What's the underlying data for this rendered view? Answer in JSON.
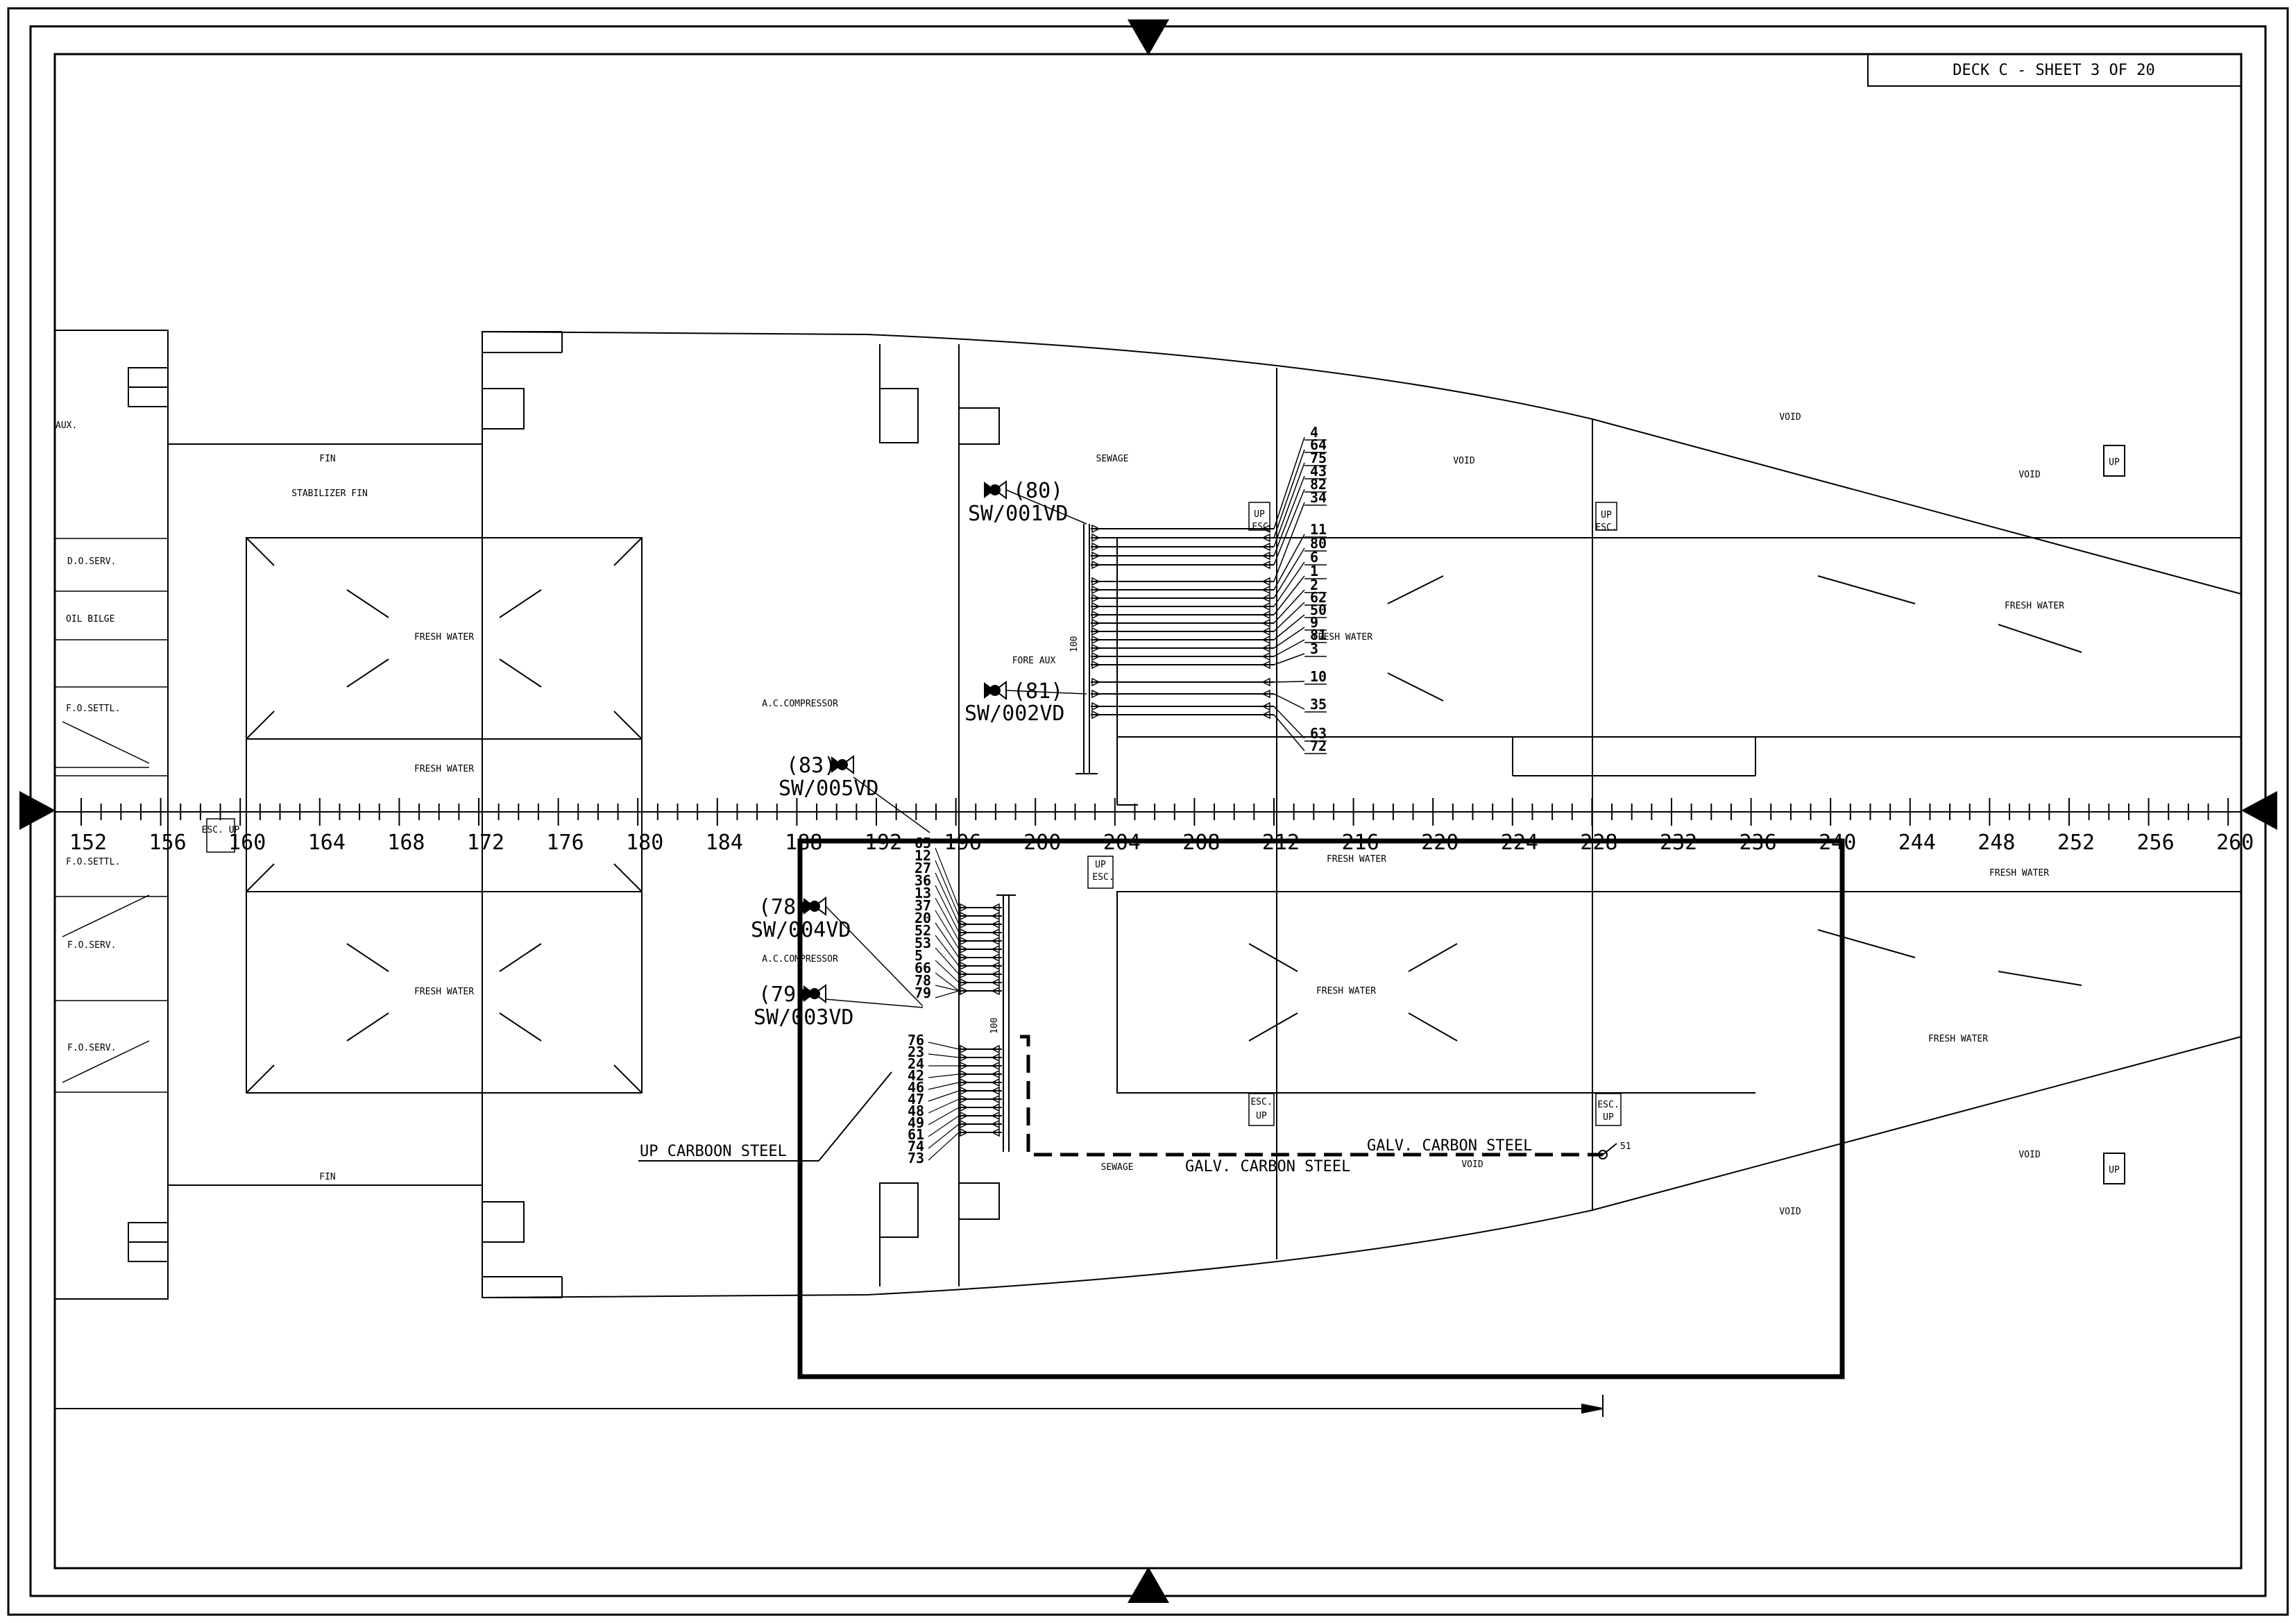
{
  "title_block": {
    "sheet_label": "DECK C - SHEET 3 OF 20"
  },
  "frame_numbers": [
    "152",
    "156",
    "160",
    "164",
    "168",
    "172",
    "176",
    "180",
    "184",
    "188",
    "192",
    "196",
    "200",
    "204",
    "208",
    "212",
    "216",
    "220",
    "224",
    "228",
    "232",
    "236",
    "240",
    "244",
    "248",
    "252",
    "256",
    "260"
  ],
  "compartments": {
    "aux": "AUX.",
    "fin_top": "FIN",
    "stabilizer_fin": "STABILIZER FIN",
    "do_serv": "D.O.SERV.",
    "oil_bilge": "OIL BILGE",
    "fo_settl_top": "F.O.SETTL.",
    "fresh_water_1": "FRESH WATER",
    "fresh_water_2": "FRESH WATER",
    "fresh_water_3": "FRESH WATER",
    "fo_settl_bot": "F.O.SETTL.",
    "fo_serv_1": "F.O.SERV.",
    "fo_serv_2": "F.O.SERV.",
    "fin_bottom": "FIN",
    "ac_compressor_1": "A.C.COMPRESSOR",
    "ac_compressor_2": "A.C.COMPRESSOR",
    "sewage_top": "SEWAGE",
    "fore_aux": "FORE AUX",
    "void_1": "VOID",
    "void_2": "VOID",
    "void_3": "VOID",
    "fresh_water_4": "FRESH WATER",
    "fresh_water_5": "FRESH WATER",
    "fresh_water_6": "FRESH WATER",
    "fresh_water_7": "FRESH WATER",
    "fresh_water_8": "FRESH WATER",
    "fresh_water_9": "FRESH WATER",
    "sewage_bottom": "SEWAGE",
    "void_4": "VOID",
    "void_5": "VOID",
    "void_6": "VOID"
  },
  "small_marks": {
    "up": "UP",
    "esc": "ESC.",
    "esc_up": "ESC. UP",
    "pipe_100": "100"
  },
  "valves": [
    {
      "tag": "(80)",
      "code": "SW/001VD"
    },
    {
      "tag": "(81)",
      "code": "SW/002VD"
    },
    {
      "tag": "(83)",
      "code": "SW/005VD"
    },
    {
      "tag": "(78)",
      "code": "SW/004VD"
    },
    {
      "tag": "(79)",
      "code": "SW/003VD"
    }
  ],
  "upper_manifold_numbers": [
    "4",
    "64",
    "75",
    "43",
    "82",
    "34",
    "11",
    "80",
    "6",
    "1",
    "2",
    "62",
    "50",
    "9",
    "81",
    "3",
    "10",
    "35",
    "63",
    "72"
  ],
  "lower_manifold_numbers_a": [
    "65",
    "12",
    "27",
    "36",
    "13",
    "37",
    "20",
    "52",
    "53",
    "5",
    "66",
    "78",
    "79"
  ],
  "lower_manifold_numbers_b": [
    "76",
    "23",
    "24",
    "42",
    "46",
    "47",
    "48",
    "49",
    "61",
    "74",
    "73"
  ],
  "pipe_labels": {
    "up_carbon_steel": "UP CARBOON STEEL",
    "galv_carbon_steel_1": "GALV. CARBON STEEL",
    "galv_carbon_steel_2": "GALV. CARBON STEEL",
    "end_tag": "51"
  }
}
